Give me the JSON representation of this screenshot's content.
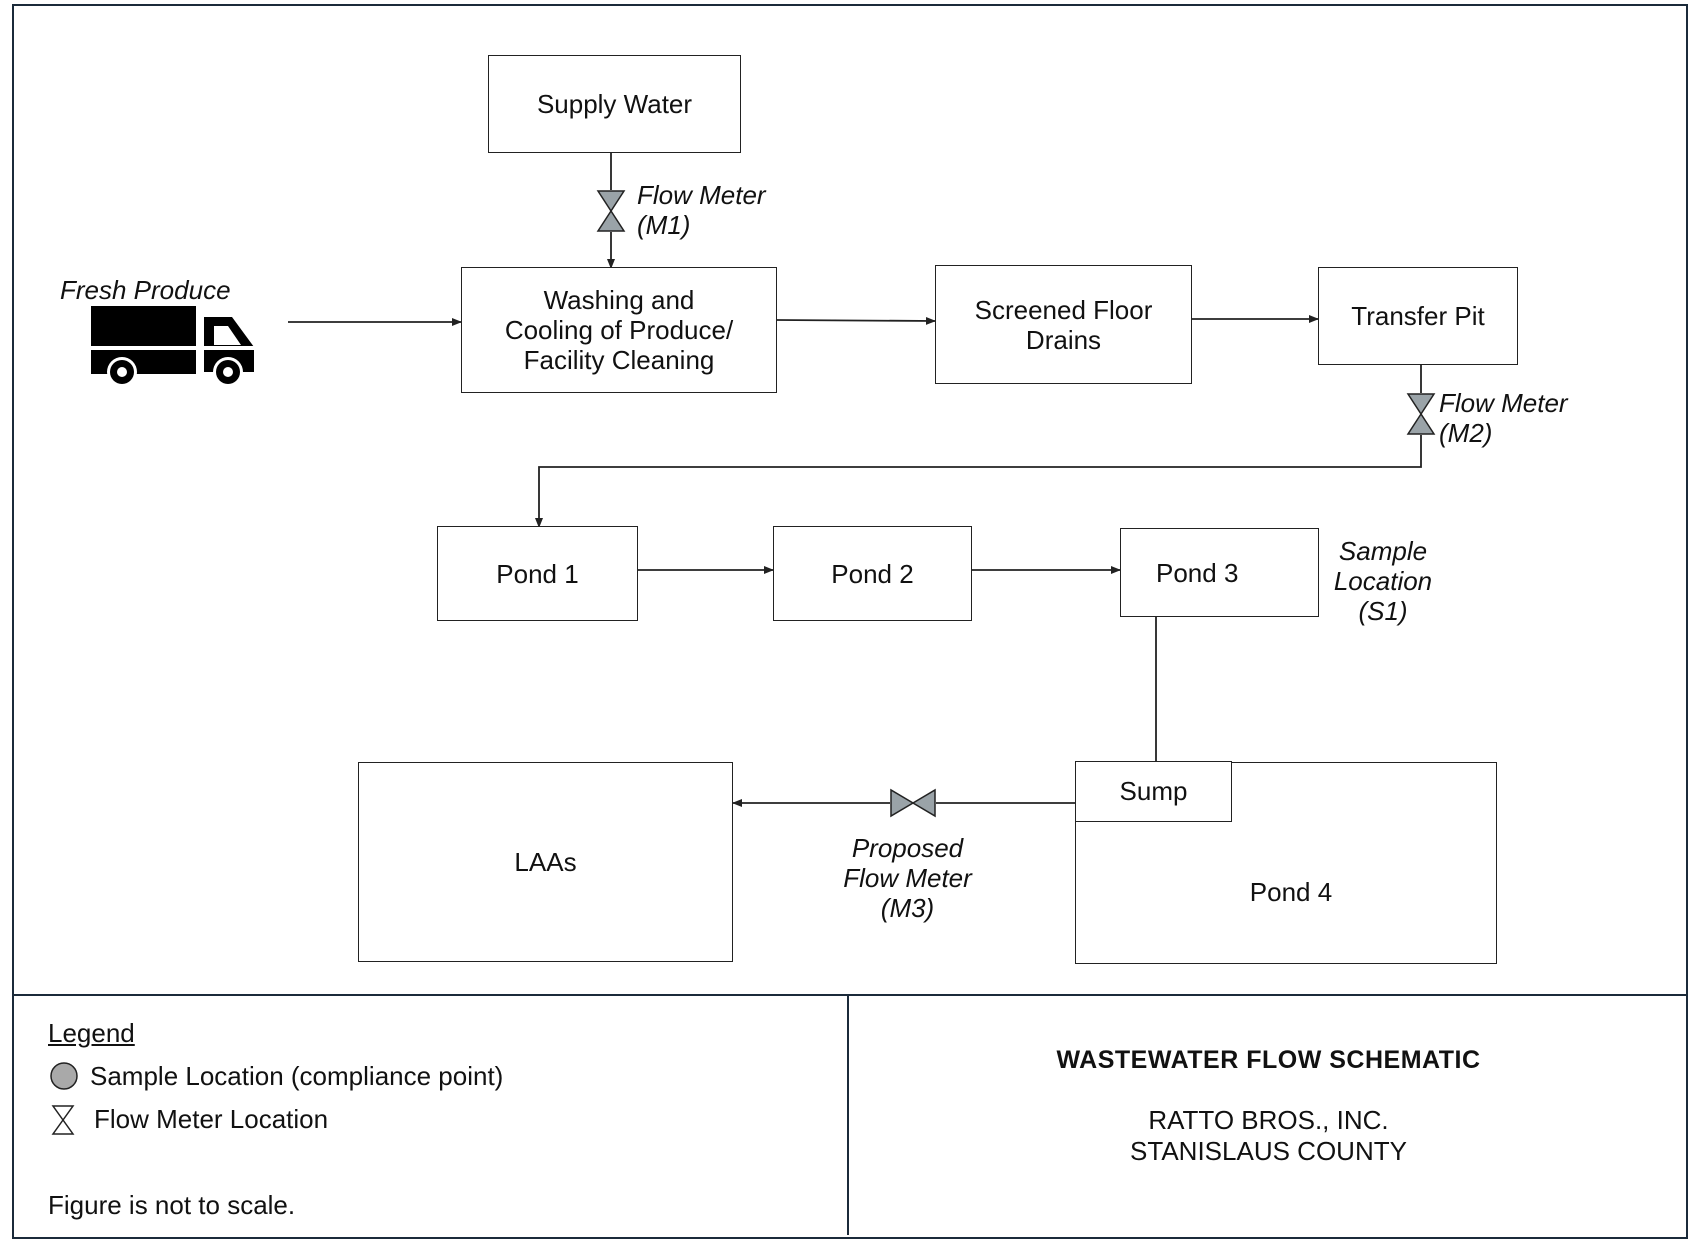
{
  "diagram": {
    "labels": {
      "fresh_produce": "Fresh Produce",
      "flow_meter_m1": "Flow Meter\n(M1)",
      "flow_meter_m2": "Flow Meter\n(M2)",
      "sample_location": "Sample\nLocation\n(S1)",
      "proposed_flow_meter": "Proposed\nFlow Meter\n(M3)"
    },
    "nodes": {
      "supply_water": "Supply Water",
      "washing": "Washing and\nCooling of Produce/\nFacility Cleaning",
      "screened_drains": "Screened Floor\nDrains",
      "transfer_pit": "Transfer Pit",
      "pond1": "Pond 1",
      "pond2": "Pond 2",
      "pond3": "Pond 3",
      "sump": "Sump",
      "pond4": "Pond 4",
      "laas": "LAAs"
    },
    "edges": [
      {
        "from": "supply_water",
        "to": "washing",
        "via": "flow_meter_m1"
      },
      {
        "from": "fresh_produce",
        "to": "washing"
      },
      {
        "from": "washing",
        "to": "screened_drains"
      },
      {
        "from": "screened_drains",
        "to": "transfer_pit"
      },
      {
        "from": "transfer_pit",
        "to": "pond1",
        "via": "flow_meter_m2"
      },
      {
        "from": "pond1",
        "to": "pond2"
      },
      {
        "from": "pond2",
        "to": "pond3"
      },
      {
        "from": "pond3",
        "to": "sump"
      },
      {
        "from": "sump",
        "to": "laas",
        "via": "proposed_flow_meter"
      }
    ],
    "colors": {
      "line": "#222222",
      "meter_fill": "#9aa3a8",
      "sample_fill": "#a9a9a9",
      "frame": "#1b2a3a"
    }
  },
  "legend": {
    "title": "Legend",
    "sample_location": "Sample Location (compliance point)",
    "flow_meter_location": "Flow Meter Location",
    "note": "Figure is not to scale."
  },
  "title_block": {
    "title": "WASTEWATER FLOW SCHEMATIC",
    "org": "RATTO BROS., INC.",
    "county": "STANISLAUS COUNTY"
  }
}
